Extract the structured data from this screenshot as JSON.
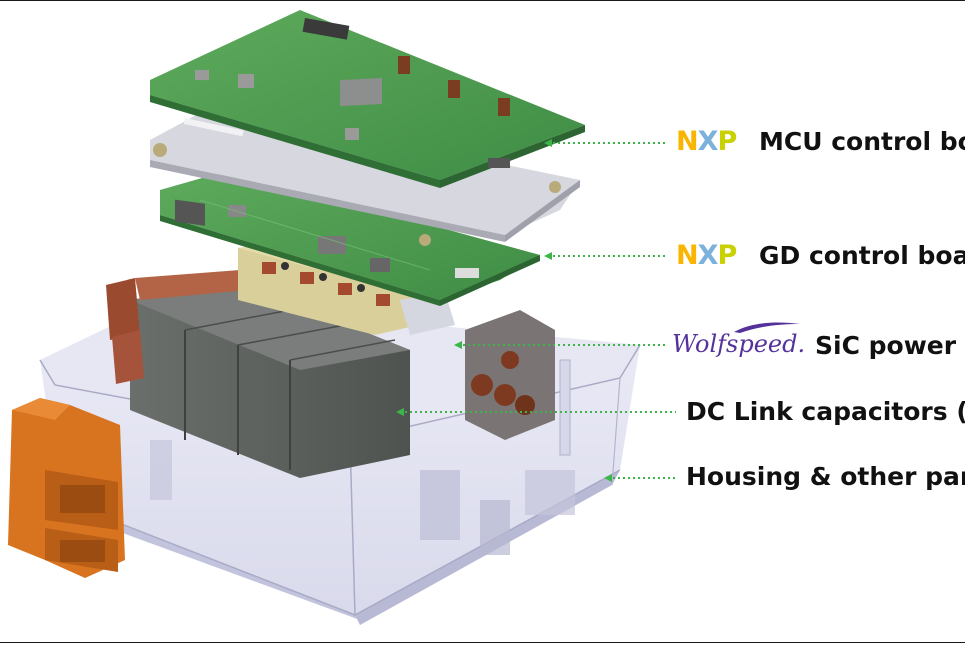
{
  "callouts": [
    {
      "logo": "nxp",
      "text": "MCU control bo"
    },
    {
      "logo": "nxp",
      "text": "GD control boa"
    },
    {
      "logo": "wolfspeed",
      "text": "SiC power m"
    },
    {
      "logo": "",
      "text": "DC Link capacitors ("
    },
    {
      "logo": "",
      "text": "Housing & other par"
    }
  ],
  "logos": {
    "nxp": {
      "n": "N",
      "x": "X",
      "p": "P"
    },
    "wolfspeed": {
      "text": "Wolfspeed."
    }
  },
  "colors": {
    "pcb_green": "#4a9a4e",
    "pcb_green_dark": "#2f6f35",
    "leader_green": "#3db54a",
    "connector_orange": "#d8731f",
    "busbar_copper": "#9a4a2f",
    "capacitor_gray": "#5d615f",
    "housing_clear": "#dcdcf0",
    "nxp_n": "#f9b500",
    "nxp_x": "#7bb1db",
    "nxp_p": "#c9d200",
    "wolfspeed_purple": "#55329b"
  },
  "icons": [
    "nxp-logo",
    "wolfspeed-logo",
    "mcu-control-board",
    "gd-control-board",
    "sic-power-module",
    "dc-link-capacitors",
    "housing",
    "orange-connector"
  ]
}
